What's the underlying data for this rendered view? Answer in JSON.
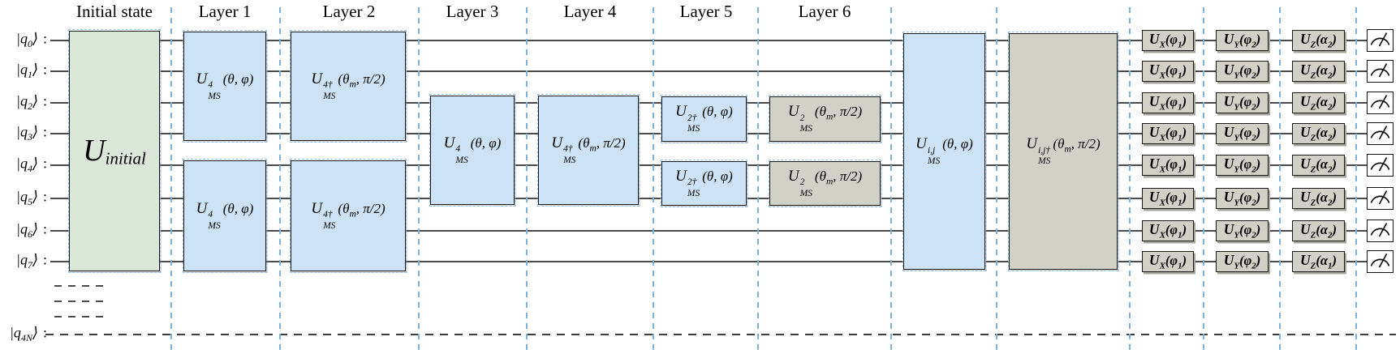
{
  "diagram": "trapped-ion variational quantum circuit",
  "colors": {
    "initial_gate_fill": "#dae7d9",
    "ms_gate_blue_fill": "#cde2f4",
    "ms_gate_grey_fill": "#d2d1c8",
    "separator_blue": "#7db3d8",
    "wire": "#4a4a4a",
    "gate_border": "#1a1a1a"
  },
  "headers": [
    "Initial state",
    "Layer 1",
    "Layer 2",
    "Layer 3",
    "Layer 4",
    "Layer 5",
    "Layer 6"
  ],
  "qubits": [
    {
      "pre": "|q",
      "sub": "0",
      "post": "⟩",
      "colon": ":"
    },
    {
      "pre": "|q",
      "sub": "1",
      "post": "⟩",
      "colon": ":"
    },
    {
      "pre": "|q",
      "sub": "2",
      "post": "⟩",
      "colon": ":"
    },
    {
      "pre": "|q",
      "sub": "3",
      "post": "⟩",
      "colon": ":"
    },
    {
      "pre": "|q",
      "sub": "4",
      "post": "⟩",
      "colon": ":"
    },
    {
      "pre": "|q",
      "sub": "5",
      "post": "⟩",
      "colon": ":"
    },
    {
      "pre": "|q",
      "sub": "6",
      "post": "⟩",
      "colon": ":"
    },
    {
      "pre": "|q",
      "sub": "7",
      "post": "⟩",
      "colon": ":"
    },
    {
      "pre": "|q",
      "sub": "4N",
      "post": "⟩",
      "colon": ":"
    }
  ],
  "gate_labels": {
    "u_initial": {
      "base": "U",
      "basesub": "initial"
    },
    "ms4": {
      "base": "U",
      "sup": "4",
      "sub": "MS",
      "args": [
        {
          "t": "(θ, φ)"
        }
      ]
    },
    "ms4d": {
      "base": "U",
      "sup": "4†",
      "sub": "MS",
      "args": [
        {
          "t": "(θ"
        },
        {
          "t": "m",
          "sub": true
        },
        {
          "t": ", π/2)"
        }
      ]
    },
    "ms2d": {
      "base": "U",
      "sup": "2†",
      "sub": "MS",
      "args": [
        {
          "t": "(θ, φ)"
        }
      ]
    },
    "ms2": {
      "base": "U",
      "sup": "2",
      "sub": "MS",
      "args": [
        {
          "t": "(θ"
        },
        {
          "t": "m",
          "sub": true
        },
        {
          "t": ", π/2)"
        }
      ]
    },
    "msij": {
      "base": "U",
      "sup": "i,j",
      "sub": "MS",
      "args": [
        {
          "t": "(θ, φ)"
        }
      ]
    },
    "msijd": {
      "base": "U",
      "sup": "i,j†",
      "sub": "MS",
      "args": [
        {
          "t": "(θ"
        },
        {
          "t": "m",
          "sub": true
        },
        {
          "t": ", π/2)"
        }
      ]
    },
    "ux": {
      "base": "U",
      "sub2": "X",
      "args": [
        {
          "t": "(φ"
        },
        {
          "t": "1",
          "sub": true
        },
        {
          "t": ")"
        }
      ]
    },
    "uy": {
      "base": "U",
      "sub2": "Y",
      "args": [
        {
          "t": "(φ"
        },
        {
          "t": "2",
          "sub": true
        },
        {
          "t": ")"
        }
      ]
    },
    "uz_a2": {
      "base": "U",
      "sub2": "Z",
      "args": [
        {
          "t": "(α"
        },
        {
          "t": "2",
          "sub": true
        },
        {
          "t": ")"
        }
      ]
    },
    "uz_a1": {
      "base": "U",
      "sub2": "Z",
      "args": [
        {
          "t": "(α"
        },
        {
          "t": "1",
          "sub": true
        },
        {
          "t": ")"
        }
      ]
    }
  },
  "measure": {
    "icon": "meter"
  }
}
